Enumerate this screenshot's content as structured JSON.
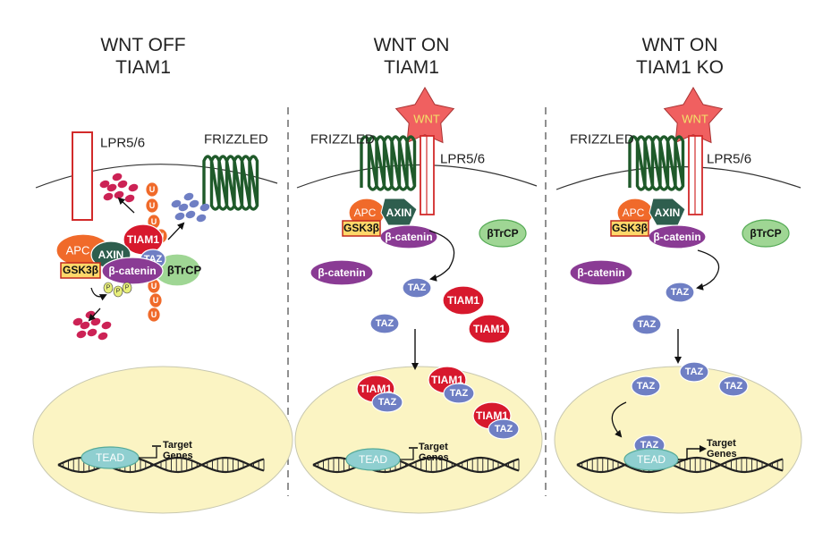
{
  "panels": [
    {
      "title_line1": "WNT OFF",
      "title_line2": "TIAM1",
      "lrp": "LPR5/6",
      "frizzled": "FRIZZLED",
      "apc": "APC",
      "axin": "AXIN",
      "tiam1": "TIAM1",
      "taz": "TAZ",
      "gsk": "GSK3β",
      "bcatenin": "β-catenin",
      "btrcp": "βTrCP",
      "ub": "U",
      "phos": "P",
      "tead": "TEAD",
      "target1": "Target",
      "target2": "Genes"
    },
    {
      "title_line1": "WNT ON",
      "title_line2": "TIAM1",
      "wnt": "WNT",
      "frizzled": "FRIZZLED",
      "lrp": "LPR5/6",
      "apc": "APC",
      "axin": "AXIN",
      "gsk": "GSK3β",
      "bcatenin_complex": "β-catenin",
      "btrcp": "βTrCP",
      "bcatenin_free": "β-catenin",
      "taz": "TAZ",
      "tiam1": "TIAM1",
      "tead": "TEAD",
      "target1": "Target",
      "target2": "Genes"
    },
    {
      "title_line1": "WNT ON",
      "title_line2": "TIAM1 KO",
      "wnt": "WNT",
      "frizzled": "FRIZZLED",
      "lrp": "LPR5/6",
      "apc": "APC",
      "axin": "AXIN",
      "gsk": "GSK3β",
      "bcatenin_complex": "β-catenin",
      "btrcp": "βTrCP",
      "bcatenin_free": "β-catenin",
      "taz": "TAZ",
      "tead": "TEAD",
      "target1": "Target",
      "target2": "Genes"
    }
  ],
  "colors": {
    "apc": "#f06a2a",
    "axin": "#2e5e4e",
    "tiam1": "#d7192d",
    "taz": "#6f7fc4",
    "bcatenin": "#8a3b94",
    "btrcp": "#9fd694",
    "gsk_fill": "#ffd86a",
    "gsk_stroke": "#c0281e",
    "ub": "#f06a2a",
    "phos": "#e8ef7a",
    "tead": "#8fcfd0",
    "nucleus": "#fbf4c3",
    "wnt": "#f06060",
    "frizzled": "#1f5a2a",
    "lrp": "#d22a2a",
    "degraded": "#cc2255",
    "degraded_blue": "#6f7fc4"
  }
}
